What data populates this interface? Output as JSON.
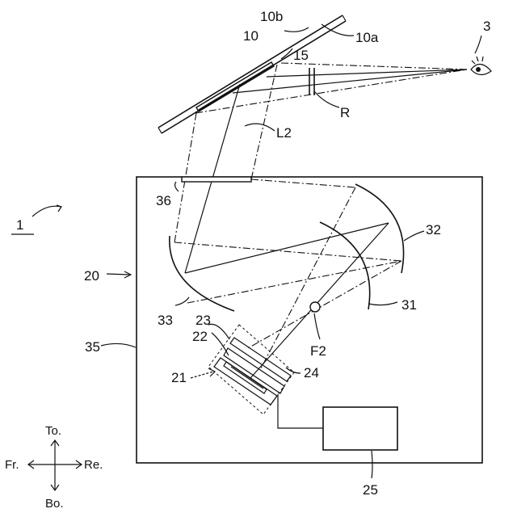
{
  "labels": {
    "windshield": "10",
    "windshield_outer": "10b",
    "windshield_inner": "10a",
    "eye": "3",
    "reflector": "15",
    "range": "R",
    "light_path": "L2",
    "window": "36",
    "system": "1",
    "housing": "20",
    "case": "35",
    "mirror_large": "32",
    "mirror_small": "31",
    "mirror_concave": "33",
    "focus": "F2",
    "display_unit": "21",
    "part_22": "22",
    "part_23": "23",
    "part_24": "24",
    "controller": "25"
  },
  "directions": {
    "top": "To.",
    "bottom": "Bo.",
    "front": "Fr.",
    "rear": "Re."
  }
}
